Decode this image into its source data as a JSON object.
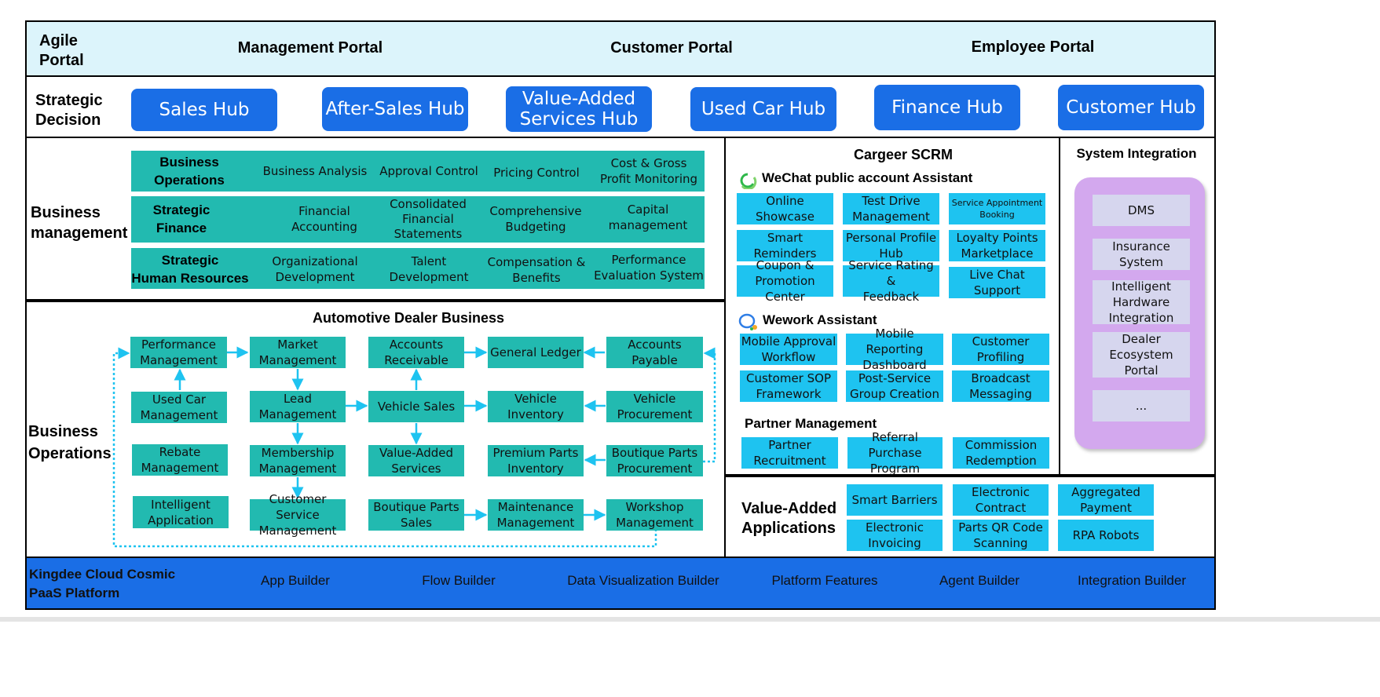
{
  "portal": {
    "label": "Agile\nPortal",
    "items": [
      "Management Portal",
      "Customer Portal",
      "Employee Portal"
    ],
    "bg": "#dcf4fb"
  },
  "strategic": {
    "label": "Strategic\nDecision",
    "hubs": [
      "Sales Hub",
      "After-Sales Hub",
      "Value-Added\nServices Hub",
      "Used Car Hub",
      "Finance Hub",
      "Customer Hub"
    ],
    "hub_color": "#1a6ee6"
  },
  "business_management": {
    "label": "Business\nmanagement",
    "rows": [
      {
        "head": "Business\nOperations",
        "cells": [
          "Business Analysis",
          "Approval Control",
          "Pricing Control",
          "Cost & Gross\nProfit Monitoring"
        ]
      },
      {
        "head": "Strategic\nFinance",
        "cells": [
          "Financial Accounting",
          "Consolidated\nFinancial\nStatements",
          "Comprehensive\nBudgeting",
          "Capital\nmanagement"
        ]
      },
      {
        "head": "Strategic\nHuman Resources",
        "cells": [
          "Organizational\nDevelopment",
          "Talent\nDevelopment",
          "Compensation &\nBenefits",
          "Performance\nEvaluation System"
        ]
      }
    ],
    "color": "#22bab0"
  },
  "business_operations": {
    "label": "Business\nOperations",
    "title": "Automotive Dealer Business",
    "nodes": {
      "performance_management": "Performance\nManagement",
      "market_management": "Market\nManagement",
      "accounts_receivable": "Accounts\nReceivable",
      "general_ledger": "General Ledger",
      "accounts_payable": "Accounts Payable",
      "used_car_management": "Used Car\nManagement",
      "lead_management": "Lead\nManagement",
      "vehicle_sales": "Vehicle Sales",
      "vehicle_inventory": "Vehicle Inventory",
      "vehicle_procurement": "Vehicle\nProcurement",
      "rebate_management": "Rebate\nManagement",
      "membership_management": "Membership\nManagement",
      "value_added_services": "Value-Added\nServices",
      "premium_parts_inventory": "Premium Parts\nInventory",
      "boutique_parts_procurement": "Boutique Parts\nProcurement",
      "intelligent_application": "Intelligent\nApplication",
      "customer_service_management": "Customer Service\nManagement",
      "boutique_parts_sales": "Boutique Parts\nSales",
      "maintenance_management": "Maintenance\nManagement",
      "workshop_management": "Workshop\nManagement"
    },
    "arrow_color": "#1ec3f0"
  },
  "scrm": {
    "title": "Cargeer SCRM",
    "wechat": {
      "title": "WeChat public account Assistant",
      "icon": "wechat-icon",
      "items": [
        "Online\nShowcase",
        "Test Drive\nManagement",
        "Service Appointment\nBooking",
        "Smart Reminders",
        "Personal Profile\nHub",
        "Loyalty Points\nMarketplace",
        "Coupon &\nPromotion Center",
        "Service Rating &\nFeedback",
        "Live Chat Support"
      ]
    },
    "wework": {
      "title": "Wework Assistant",
      "icon": "wework-icon",
      "items": [
        "Mobile Approval\nWorkflow",
        "Mobile Reporting\nDashboard",
        "Customer\nProfiling",
        "Customer SOP\nFramework",
        "Post-Service\nGroup Creation",
        "Broadcast\nMessaging"
      ]
    },
    "partner": {
      "title": "Partner Management",
      "items": [
        "Partner\nRecruitment",
        "Referral Purchase\nProgram",
        "Commission\nRedemption"
      ]
    },
    "color": "#1ec3f0"
  },
  "system_integration": {
    "title": "System Integration",
    "items": [
      "DMS",
      "Insurance System",
      "Intelligent\nHardware\nIntegration",
      "Dealer Ecosystem\nPortal",
      "..."
    ],
    "panel_color": "#d3a8ee"
  },
  "value_added_apps": {
    "label": "Value-Added\nApplications",
    "items": [
      "Smart Barriers",
      "Electronic\nContract",
      "Aggregated\nPayment",
      "Electronic\nInvoicing",
      "Parts QR Code\nScanning",
      "RPA  Robots"
    ]
  },
  "platform": {
    "label": "Kingdee Cloud Cosmic\nPaaS Platform",
    "items": [
      "App Builder",
      "Flow Builder",
      "Data Visualization Builder",
      "Platform Features",
      "Agent Builder",
      "Integration Builder"
    ],
    "bg": "#1a6ee6"
  }
}
